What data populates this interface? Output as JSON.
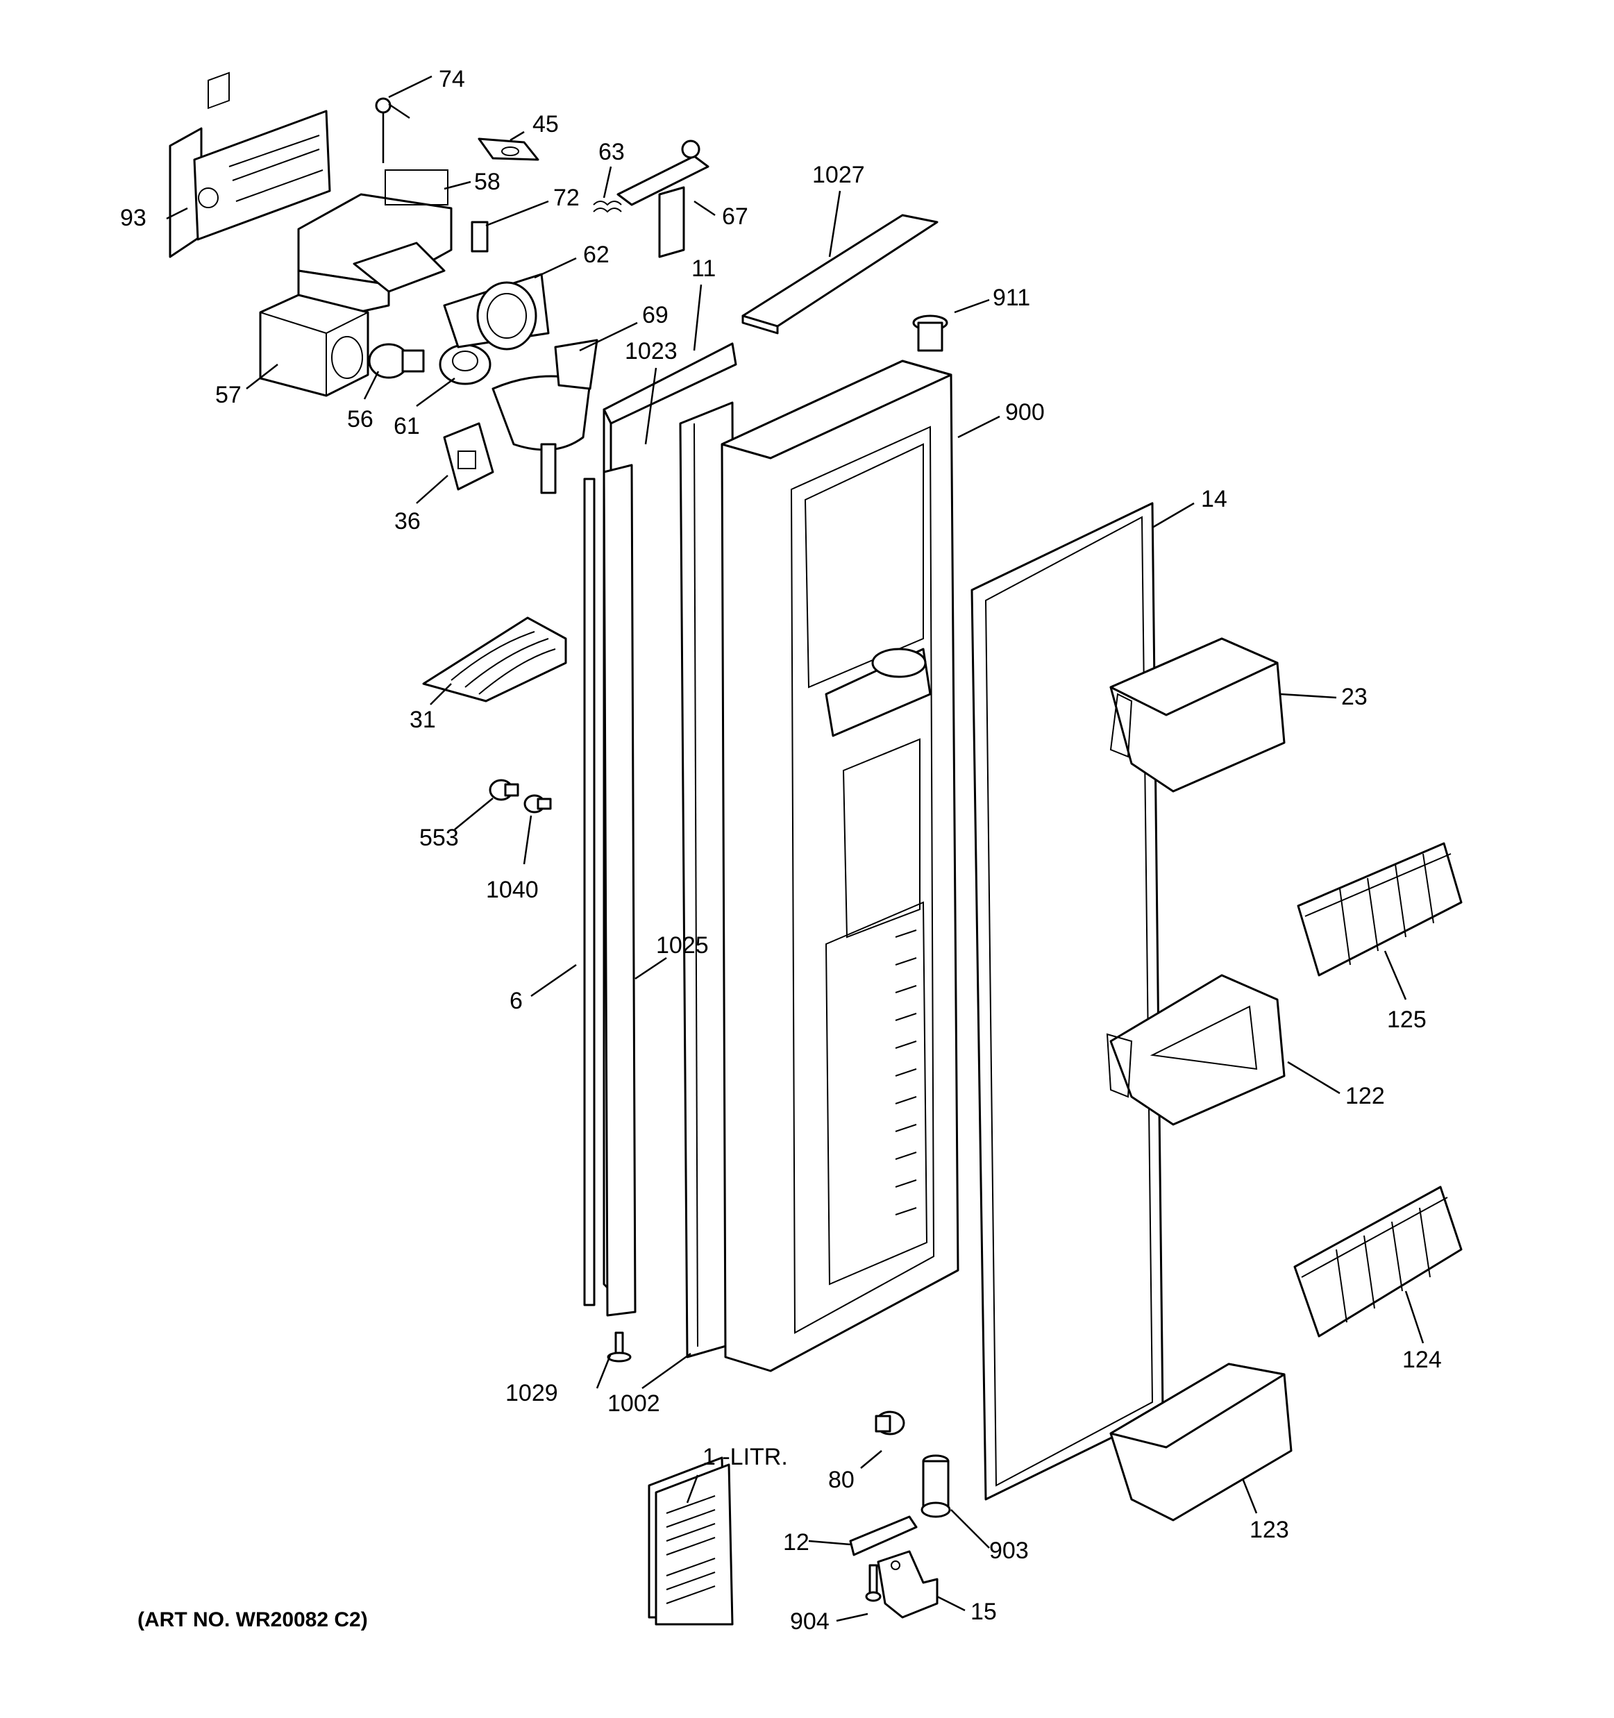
{
  "art_number": "(ART NO. WR20082 C2)",
  "callouts": [
    {
      "id": "74",
      "label": "74"
    },
    {
      "id": "45",
      "label": "45"
    },
    {
      "id": "63",
      "label": "63"
    },
    {
      "id": "67",
      "label": "67"
    },
    {
      "id": "1027",
      "label": "1027"
    },
    {
      "id": "93",
      "label": "93"
    },
    {
      "id": "58",
      "label": "58"
    },
    {
      "id": "72",
      "label": "72"
    },
    {
      "id": "62",
      "label": "62"
    },
    {
      "id": "11",
      "label": "11"
    },
    {
      "id": "911",
      "label": "911"
    },
    {
      "id": "69",
      "label": "69"
    },
    {
      "id": "1023",
      "label": "1023"
    },
    {
      "id": "900",
      "label": "900"
    },
    {
      "id": "57",
      "label": "57"
    },
    {
      "id": "56",
      "label": "56"
    },
    {
      "id": "61",
      "label": "61"
    },
    {
      "id": "36",
      "label": "36"
    },
    {
      "id": "14",
      "label": "14"
    },
    {
      "id": "31",
      "label": "31"
    },
    {
      "id": "23",
      "label": "23"
    },
    {
      "id": "553",
      "label": "553"
    },
    {
      "id": "1040",
      "label": "1040"
    },
    {
      "id": "1025",
      "label": "1025"
    },
    {
      "id": "6",
      "label": "6"
    },
    {
      "id": "125",
      "label": "125"
    },
    {
      "id": "122",
      "label": "122"
    },
    {
      "id": "124",
      "label": "124"
    },
    {
      "id": "1029",
      "label": "1029"
    },
    {
      "id": "1002",
      "label": "1002"
    },
    {
      "id": "1",
      "label": "1 -LITR."
    },
    {
      "id": "80",
      "label": "80"
    },
    {
      "id": "12",
      "label": "12"
    },
    {
      "id": "903",
      "label": "903"
    },
    {
      "id": "123",
      "label": "123"
    },
    {
      "id": "904",
      "label": "904"
    },
    {
      "id": "15",
      "label": "15"
    }
  ]
}
